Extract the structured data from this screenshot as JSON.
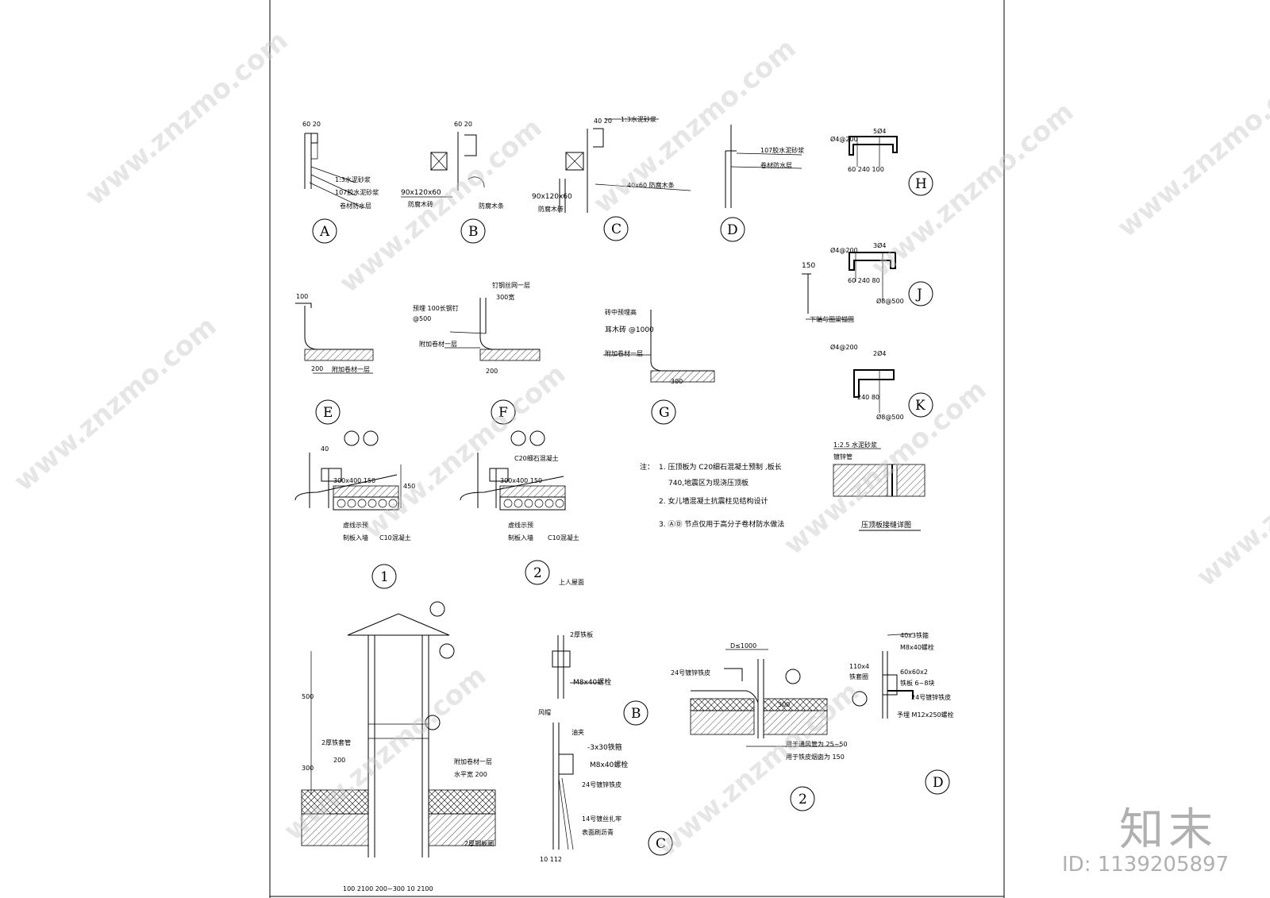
{
  "labels": {
    "A": "A",
    "B": "B",
    "C": "C",
    "D": "D",
    "E": "E",
    "F": "F",
    "G": "G",
    "H": "H",
    "J": "J",
    "K": "K",
    "n1": "1",
    "n2": "2",
    "n2b": "2"
  },
  "texts": {
    "a_dim": "60  20",
    "a1": "1:3水泥砂浆",
    "a2": "107胶水泥砂浆",
    "a3": "卷材防水层",
    "b_dim": "60  20",
    "b1": "90x120x60",
    "b2": "防腐木砖",
    "b3": "防腐木条",
    "c_dim": "40  20",
    "c1": "1:3水泥砂浆",
    "c2": "40x60 防腐木条",
    "c3": "90x120x60",
    "c4": "防腐木砖",
    "d1": "107胶水泥砂浆",
    "d2": "卷材防水层",
    "e1": "100",
    "e2": "200",
    "e3": "附加卷材一层",
    "f1": "钉钢丝网一层",
    "f2": "300宽",
    "f3": "预埋 100长钢钉",
    "f4": "@500",
    "f5": "附加卷材一层",
    "f6": "200",
    "g1": "砖中预埋高",
    "g2": "耳木砖 @1000",
    "g3": "附加卷材一层",
    "g4": "300",
    "h1": "Ø4@200",
    "h2": "5Ø4",
    "h3": "60 240 100",
    "j1": "Ø4@200",
    "j2": "3Ø4",
    "j3": "150",
    "j4": "60 240 80",
    "j5": "Ø8@500",
    "j6": "下端与圈梁锚固",
    "k1": "Ø4@200",
    "k2": "2Ø4",
    "k3": "240 80",
    "k4": "Ø8@500",
    "s1_a": "40",
    "s1_b": "300x400  150",
    "s1_c": "450",
    "s1_d": "虚线示预",
    "s1_e": "制板入墙",
    "s1_f": "C10混凝土",
    "s2_a": "C20细石混凝土",
    "s2_b": "300x400 150",
    "s2_c": "虚线示预",
    "s2_d": "制板入墙",
    "s2_e": "C10混凝土",
    "s2_f": "上人屋面",
    "note_head": "注：",
    "note1": "1.  压顶板为   C20细石混凝土预制    ,板长",
    "note1b": "740,地震区为现浇压顶板",
    "note2": "2.  女儿墙混凝土抗震柱见结构设计",
    "note3": "3. ⒶⒹ 节点仅用于高分子卷材防水做法",
    "joint1": "1:2.5 水泥砂浆",
    "joint2": "镀锌管",
    "joint_title": "压顶板接缝详图",
    "v1": "500",
    "v2": "2厚铁套管",
    "v3": "300",
    "v4": "200",
    "v5": "附加卷材一层",
    "v6": "水平宽  200",
    "v7": "2厚钢板圈",
    "v8": "100 2100  200~300  10 2100",
    "vb1": "2厚铁板",
    "vb2": "M8x40螺栓",
    "vb3": "风帽",
    "vc1": "油夹",
    "vc2": "-3x30铁箍",
    "vc3": "M8x40螺栓",
    "vc4": "24号镀锌铁皮",
    "vc5": "14号镀丝扎牢",
    "vc6": "表面刷沥青",
    "vc7": "10 112",
    "d1000": "D≤1000",
    "v24": "24号镀锌铁皮",
    "vr1": "用于通风管为    25~50",
    "vr2": "用于铁皮烟囱为      150",
    "vr3": "300",
    "dd1": "40x3铁箍",
    "dd2": "M8x40螺栓",
    "dd3": "110x4",
    "dd4": "铁套圈",
    "dd5": "60x60x2",
    "dd6": "铁板  6~8块",
    "dd7": "24号镀锌铁皮",
    "dd8": "予埋 M12x250螺栓"
  },
  "watermark": {
    "site": "www.znzmo.com",
    "brand": "知末",
    "id": "ID: 1139205897"
  }
}
